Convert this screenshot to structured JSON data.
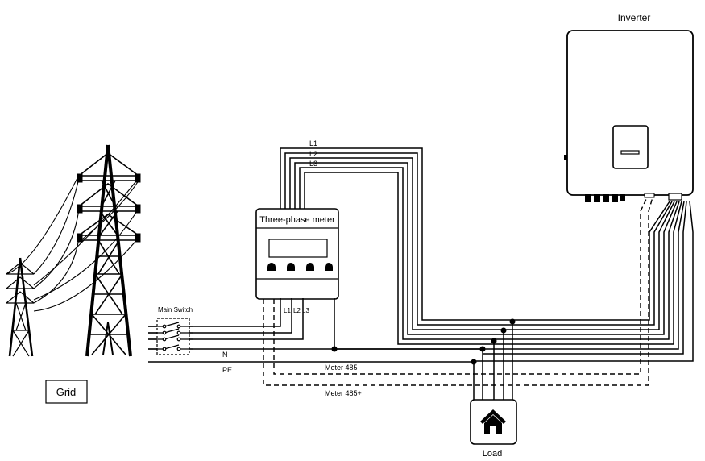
{
  "inverter": {
    "title": "Inverter"
  },
  "meter": {
    "title": "Three-phase meter",
    "terminals": [
      "L1",
      "L2",
      "L3"
    ]
  },
  "main_switch": {
    "label": "Main Switch"
  },
  "grid": {
    "label": "Grid"
  },
  "load": {
    "label": "Load"
  },
  "lines": {
    "l1": "L1",
    "l2": "L2",
    "l3": "L3",
    "neutral": "N",
    "earth": "PE",
    "meter_485": "Meter 485",
    "meter_485_plus": "Meter 485+"
  }
}
